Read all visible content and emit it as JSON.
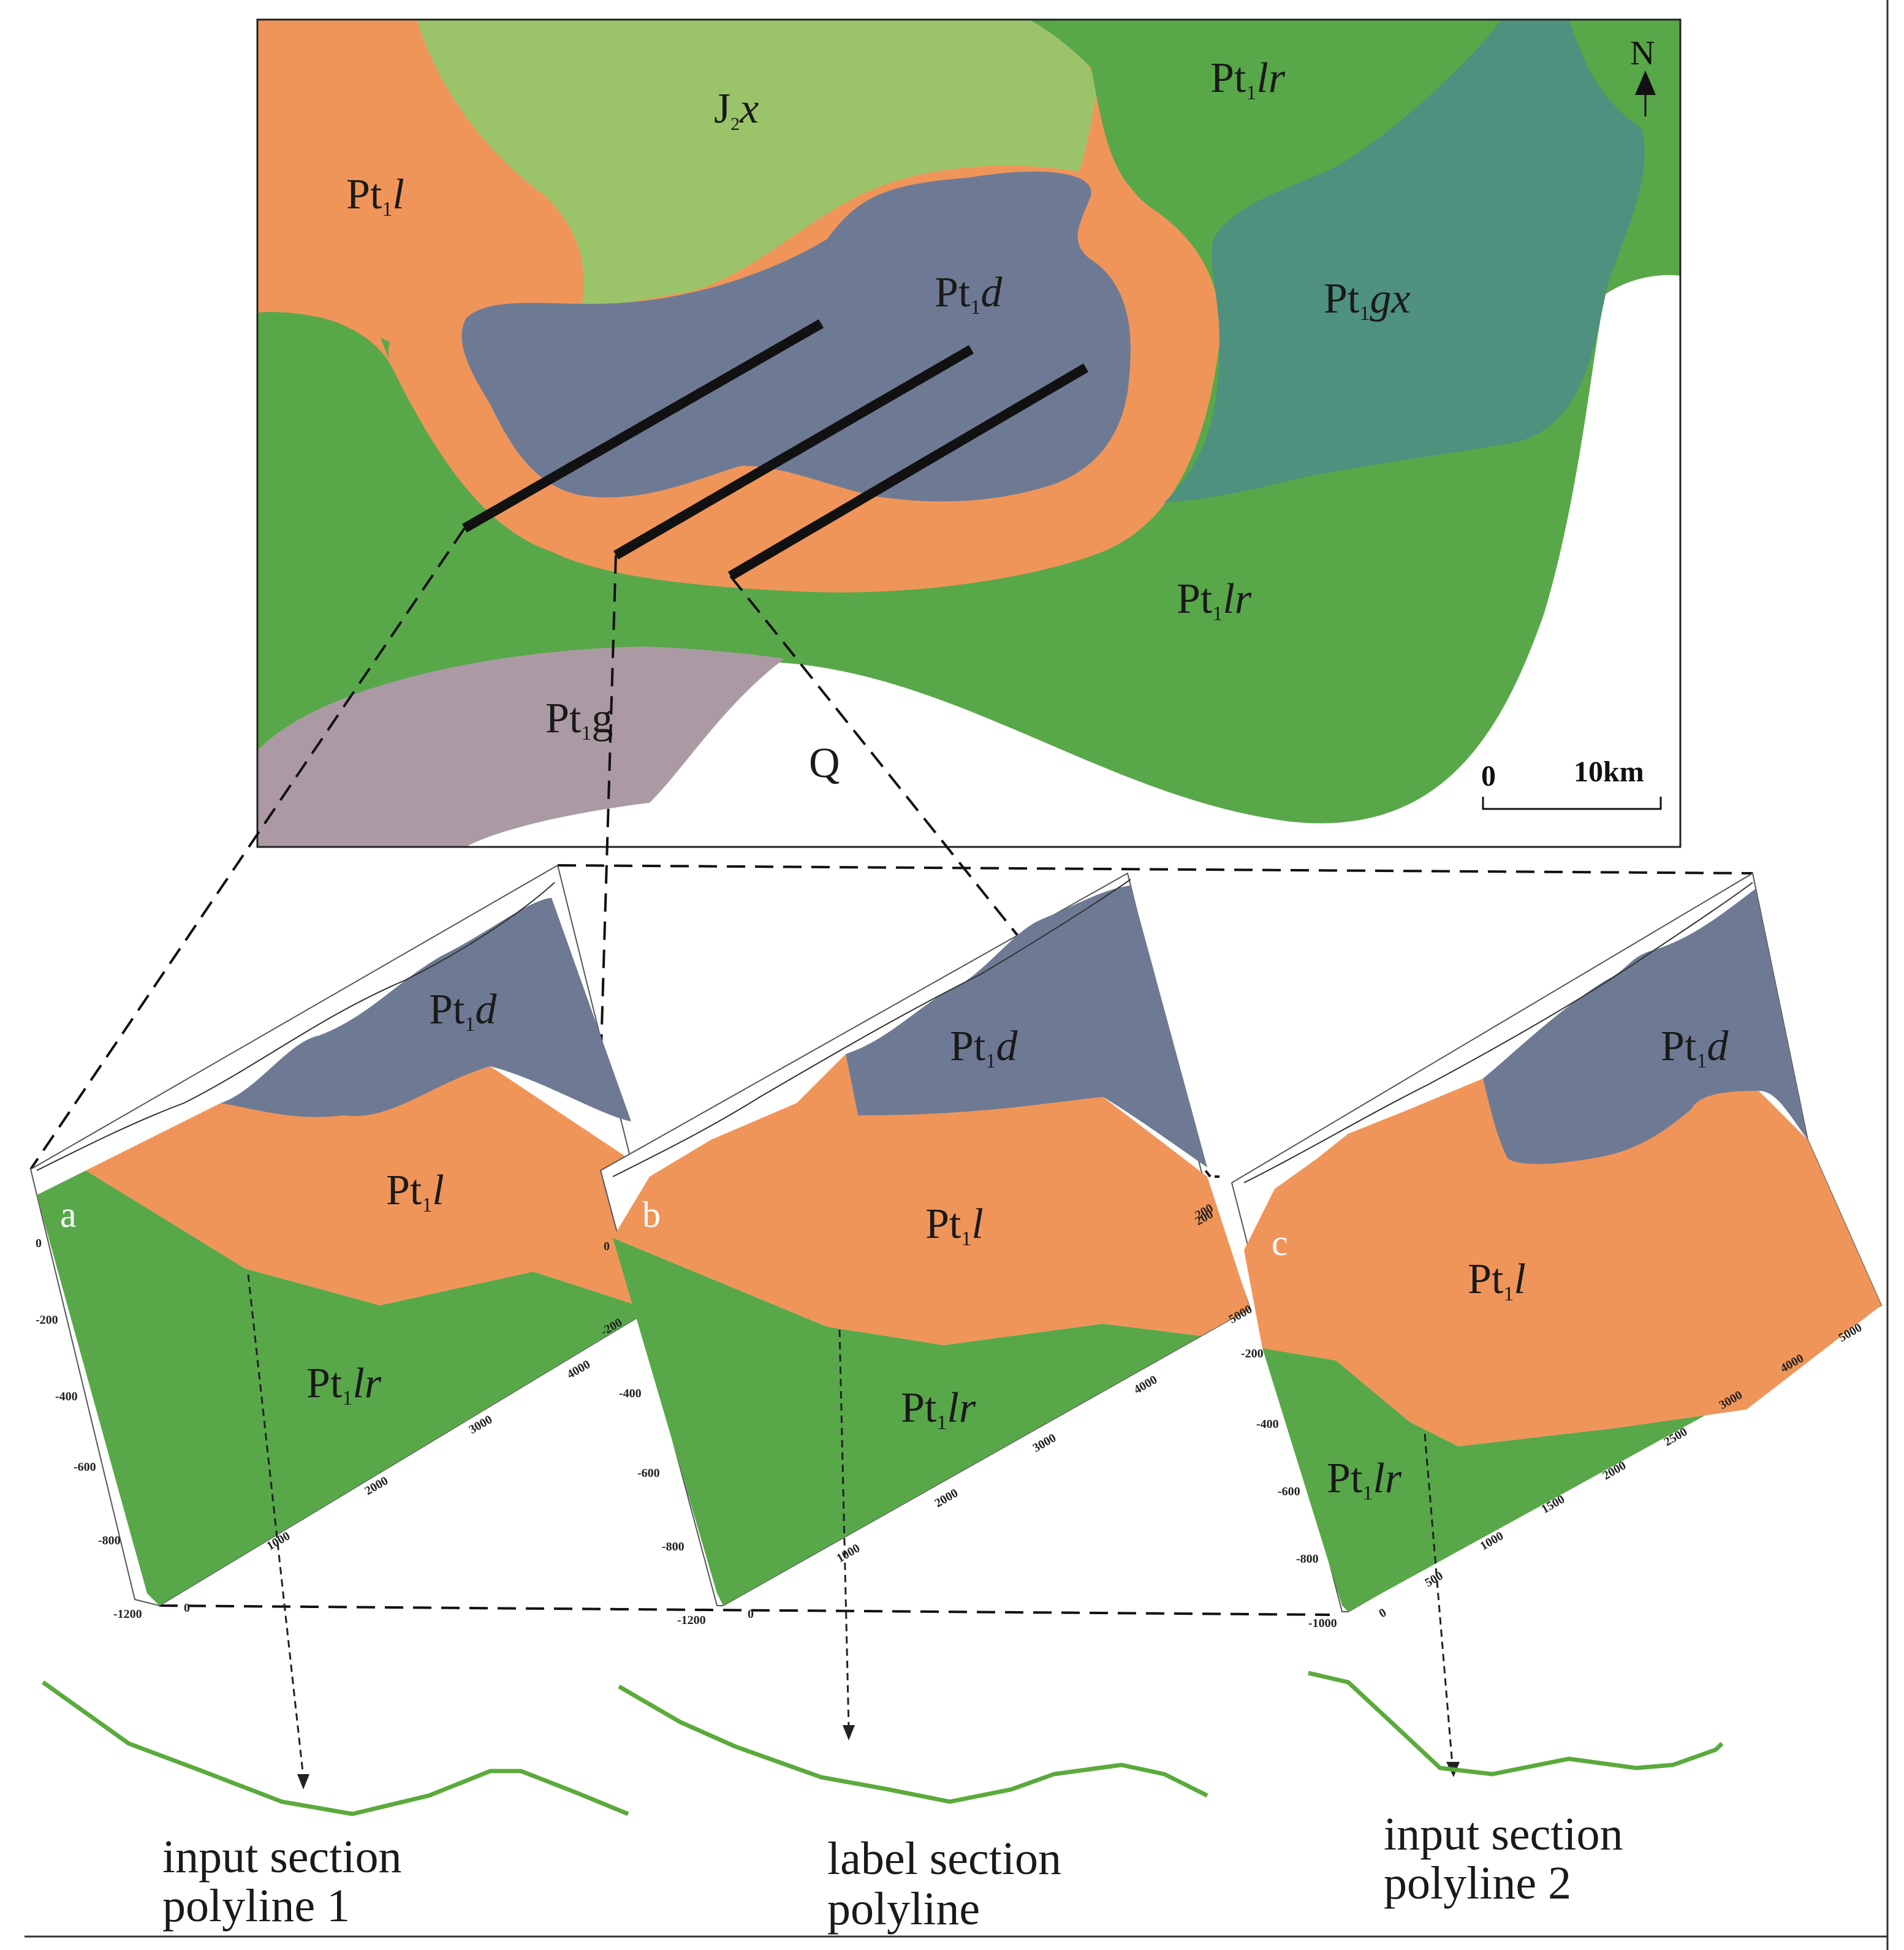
{
  "map": {
    "north_label": "N",
    "scale_bar": {
      "start": "0",
      "end": "10km"
    },
    "units": [
      {
        "id": "J2x",
        "main": "J",
        "sub": "2",
        "italic": "x",
        "color": "#9bc46a"
      },
      {
        "id": "Pt1l",
        "main": "Pt",
        "sub": "1",
        "italic": "l",
        "color": "#f0955a"
      },
      {
        "id": "Pt1d",
        "main": "Pt",
        "sub": "1",
        "italic": "d",
        "color": "#6e7a94"
      },
      {
        "id": "Pt1lr",
        "main": "Pt",
        "sub": "1",
        "italic": "lr",
        "color": "#58a84a"
      },
      {
        "id": "Pt1gx",
        "main": "Pt",
        "sub": "1",
        "italic": "gx",
        "color": "#4e917e"
      },
      {
        "id": "Pt1g",
        "main": "Pt",
        "sub": "1",
        "italic": "g",
        "color": "#ab9aa3"
      },
      {
        "id": "Q",
        "main": "Q",
        "sub": "",
        "italic": "",
        "color": "#ffffff"
      }
    ]
  },
  "sections": [
    {
      "letter": "a",
      "depth_ticks": [
        "0",
        "-200",
        "-400",
        "-600",
        "-800",
        "-1200"
      ],
      "distance_ticks": [
        "0",
        "1000",
        "2000",
        "3000",
        "4000"
      ],
      "labels": [
        "Pt1d",
        "Pt1l",
        "Pt1lr"
      ]
    },
    {
      "letter": "b",
      "depth_ticks": [
        "0",
        "-200",
        "-400",
        "-600",
        "-800",
        "-1200"
      ],
      "distance_ticks": [
        "0",
        "1000",
        "2000",
        "3000",
        "4000"
      ],
      "labels": [
        "Pt1d",
        "Pt1l",
        "Pt1lr"
      ]
    },
    {
      "letter": "c",
      "depth_ticks": [
        "200",
        "-200",
        "-400",
        "-600",
        "-800",
        "-1000"
      ],
      "distance_ticks": [
        "0",
        "500",
        "1000",
        "1500",
        "2000",
        "2500",
        "3000",
        "4000",
        "5000"
      ],
      "labels": [
        "Pt1d",
        "Pt1l",
        "Pt1lr"
      ],
      "top_tick": "5000"
    }
  ],
  "section_tick_extra": {
    "a_right": "-200",
    "b_right": "200"
  },
  "captions": [
    {
      "line1": "input section",
      "line2": "polyline 1"
    },
    {
      "line1": "label section",
      "line2": "polyline"
    },
    {
      "line1": "input section",
      "line2": "polyline 2"
    }
  ],
  "colors": {
    "line_green": "#5aaa3c",
    "section_line": "#111111"
  }
}
